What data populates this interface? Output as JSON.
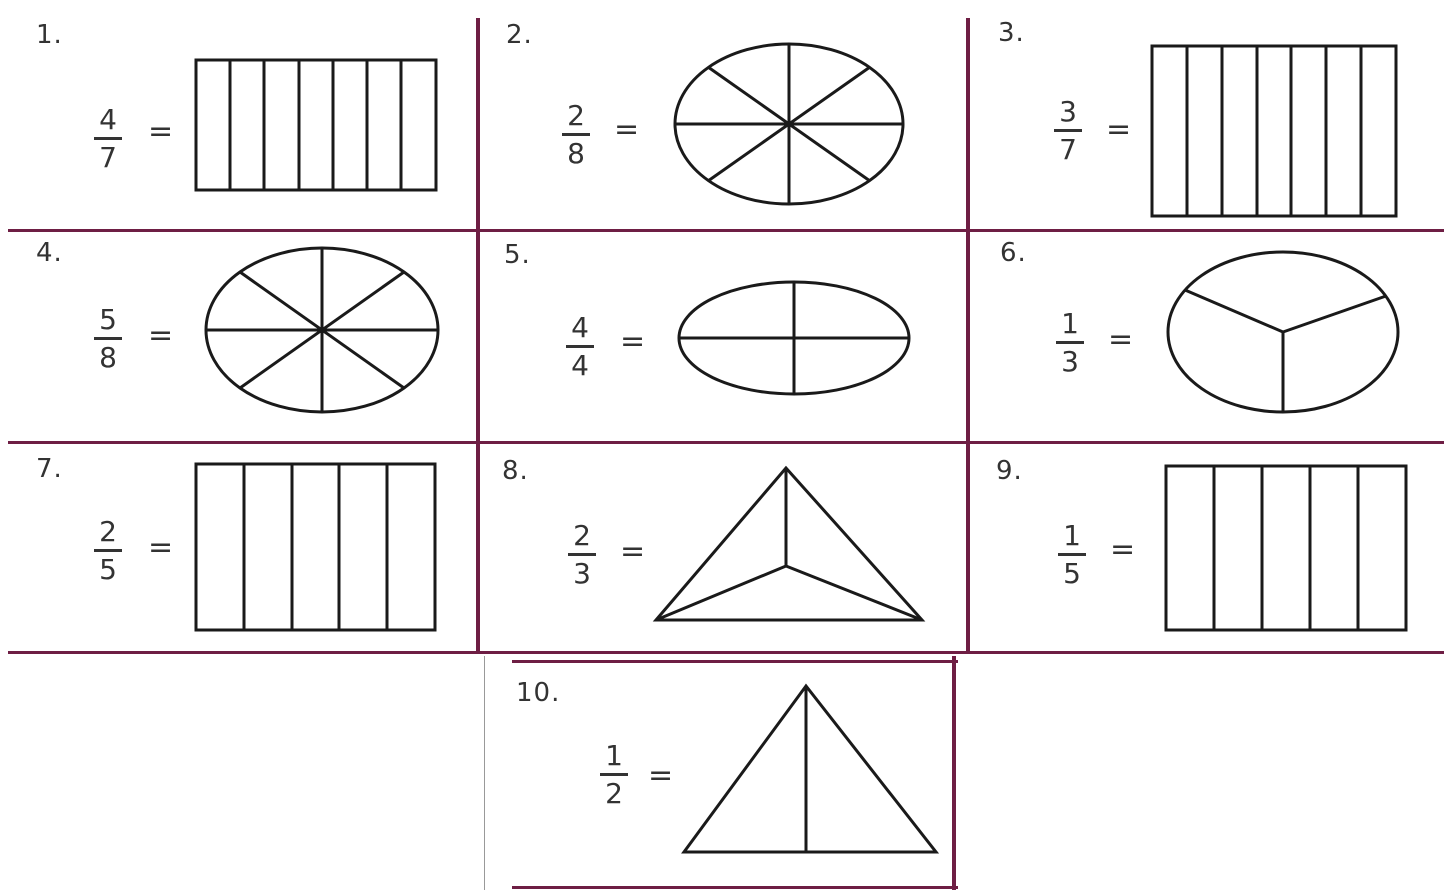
{
  "worksheet": {
    "line_color": "#6e1e44",
    "problems": [
      {
        "label": "1.",
        "numerator": "4",
        "denominator": "7",
        "equals": "=",
        "shape": "rectangle",
        "parts": 7
      },
      {
        "label": "2.",
        "numerator": "2",
        "denominator": "8",
        "equals": "=",
        "shape": "circle",
        "parts": 8
      },
      {
        "label": "3.",
        "numerator": "3",
        "denominator": "7",
        "equals": "=",
        "shape": "rectangle",
        "parts": 7
      },
      {
        "label": "4.",
        "numerator": "5",
        "denominator": "8",
        "equals": "=",
        "shape": "circle",
        "parts": 8
      },
      {
        "label": "5.",
        "numerator": "4",
        "denominator": "4",
        "equals": "=",
        "shape": "circle",
        "parts": 4
      },
      {
        "label": "6.",
        "numerator": "1",
        "denominator": "3",
        "equals": "=",
        "shape": "circle",
        "parts": 3
      },
      {
        "label": "7.",
        "numerator": "2",
        "denominator": "5",
        "equals": "=",
        "shape": "rectangle",
        "parts": 5
      },
      {
        "label": "8.",
        "numerator": "2",
        "denominator": "3",
        "equals": "=",
        "shape": "triangle",
        "parts": 3
      },
      {
        "label": "9.",
        "numerator": "1",
        "denominator": "5",
        "equals": "=",
        "shape": "rectangle",
        "parts": 5
      },
      {
        "label": "10.",
        "numerator": "1",
        "denominator": "2",
        "equals": "=",
        "shape": "triangle",
        "parts": 2
      }
    ]
  }
}
